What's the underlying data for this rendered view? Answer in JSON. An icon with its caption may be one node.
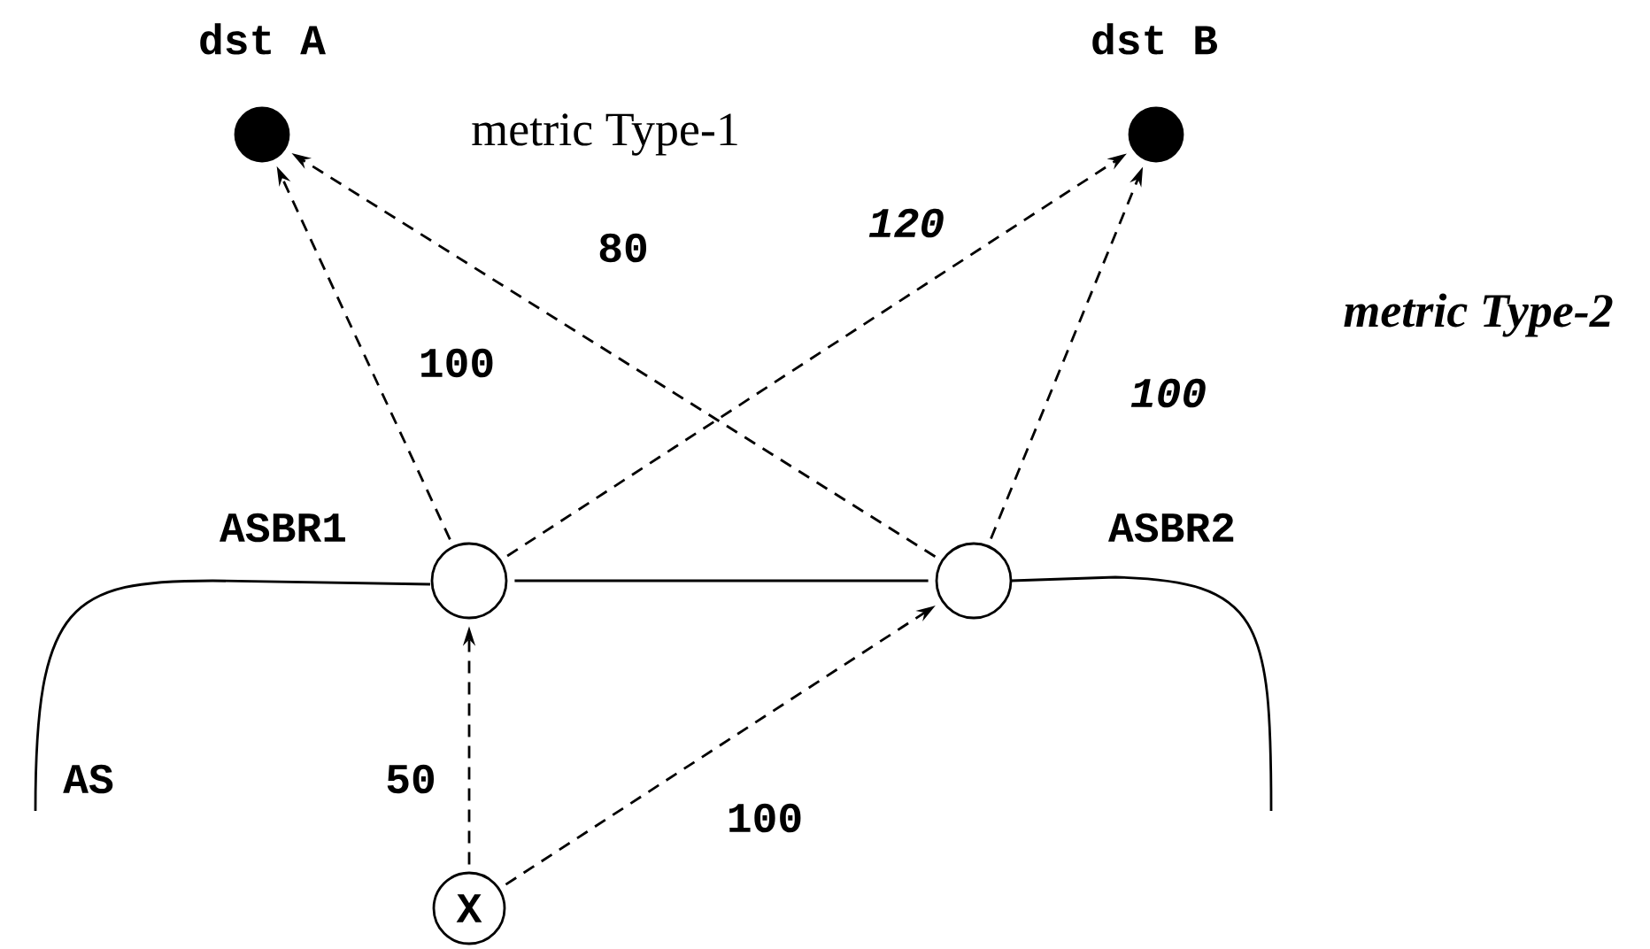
{
  "diagram": {
    "nodes": [
      {
        "text": [],
        "shape": "circle",
        "beside": [
          "dst A"
        ]
      },
      {
        "text": [],
        "shape": "circle",
        "beside": [
          "dst B"
        ]
      },
      {
        "text": [],
        "shape": "circle",
        "beside": [
          "ASBR1"
        ]
      },
      {
        "text": [],
        "shape": "circle",
        "beside": [
          "ASBR2"
        ]
      },
      {
        "text": [
          "X"
        ]
      }
    ],
    "edges": [
      {
        "from": 2,
        "to": 0,
        "arrow": "to",
        "label": "100",
        "style": "dashed"
      },
      {
        "from": 3,
        "to": 0,
        "arrow": "to",
        "label": "80",
        "style": "dashed"
      },
      {
        "from": 2,
        "to": 1,
        "arrow": "to",
        "label": "120",
        "style": "dashed"
      },
      {
        "from": 3,
        "to": 1,
        "arrow": "to",
        "label": "100",
        "style": "dashed"
      },
      {
        "from": 2,
        "to": 3,
        "arrow": "none"
      },
      {
        "from": 4,
        "to": 2,
        "arrow": "to",
        "label": "50",
        "style": "dashed"
      },
      {
        "from": 4,
        "to": 3,
        "arrow": "to",
        "label": "100",
        "style": "dashed"
      }
    ],
    "labels": [
      "metric Type-1",
      "metric Type-2",
      "AS"
    ]
  }
}
